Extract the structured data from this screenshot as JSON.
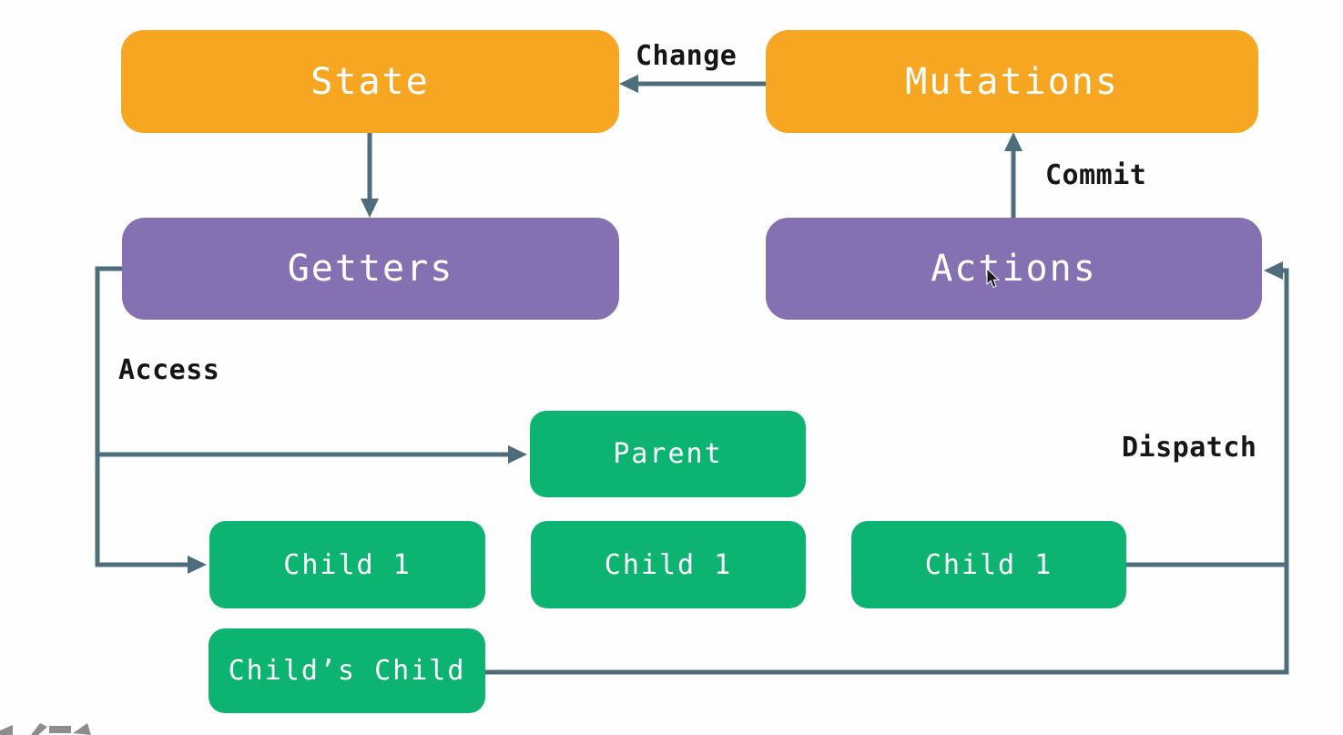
{
  "diagram": {
    "nodes": {
      "state": {
        "label": "State",
        "color": "#f7a622"
      },
      "mutations": {
        "label": "Mutations",
        "color": "#f7a622"
      },
      "getters": {
        "label": "Getters",
        "color": "#8570b1"
      },
      "actions": {
        "label": "Actions",
        "color": "#8570b1"
      },
      "parent": {
        "label": "Parent",
        "color": "#0cb371"
      },
      "child_left": {
        "label": "Child 1",
        "color": "#0cb371"
      },
      "child_middle": {
        "label": "Child 1",
        "color": "#0cb371"
      },
      "child_right": {
        "label": "Child 1",
        "color": "#0cb371"
      },
      "childs_child": {
        "label": "Child’s Child",
        "color": "#0cb371"
      }
    },
    "edge_labels": {
      "change": "Change",
      "commit": "Commit",
      "access": "Access",
      "dispatch": "Dispatch"
    },
    "edges": [
      {
        "from": "mutations",
        "to": "state",
        "label": "Change"
      },
      {
        "from": "state",
        "to": "getters",
        "label": ""
      },
      {
        "from": "actions",
        "to": "mutations",
        "label": "Commit"
      },
      {
        "from": "getters",
        "to": "parent",
        "label": "Access"
      },
      {
        "from": "getters",
        "to": "child_left",
        "label": "Access"
      },
      {
        "from": "child_right",
        "to": "actions",
        "label": "Dispatch"
      },
      {
        "from": "childs_child",
        "to": "actions",
        "label": "Dispatch"
      }
    ],
    "colors": {
      "background": "#fefefe",
      "orange": "#f7a622",
      "purple": "#8570b1",
      "green": "#0cb371",
      "line": "#4e6d7c",
      "label_text": "#161616",
      "node_text": "#ffffff",
      "watermark": "#8c8c8c"
    },
    "icons": {
      "mouse_cursor": "pointer-arrow over Actions box"
    }
  }
}
